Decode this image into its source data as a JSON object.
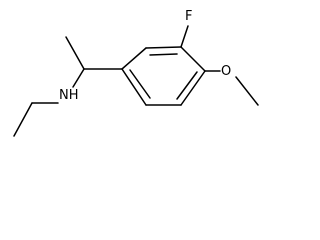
{
  "molecule": {
    "atoms": {
      "F": "F",
      "O": "O",
      "NH": "NH"
    },
    "colors": {
      "bond": "#000000",
      "label": "#000000",
      "background": "#ffffff"
    }
  }
}
